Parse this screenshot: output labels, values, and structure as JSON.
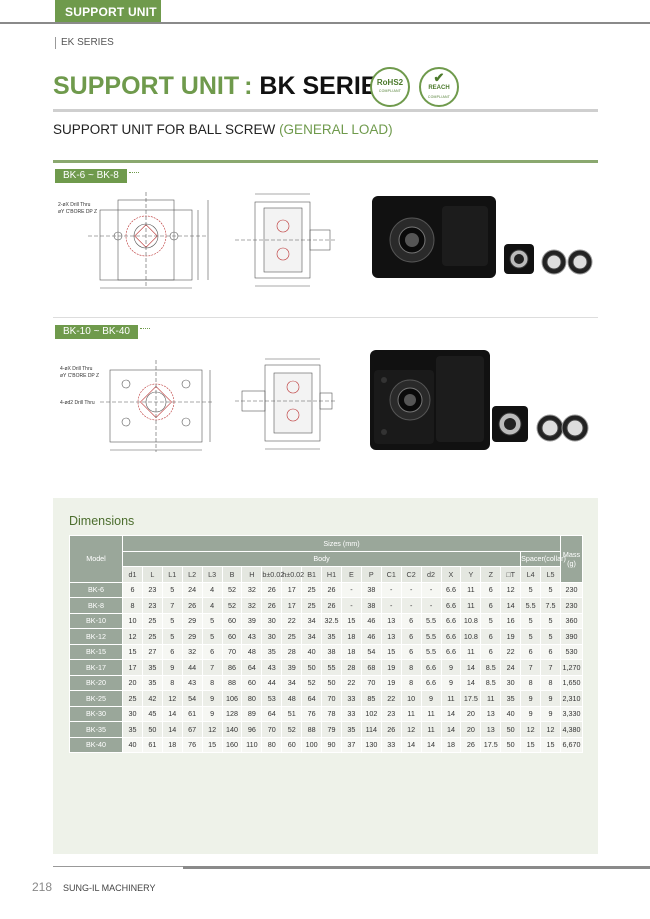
{
  "header": {
    "section_tab": "SUPPORT UNIT",
    "series_tag": "EK SERIES"
  },
  "title": {
    "part1": "SUPPORT UNIT :",
    "part2": "BK SERIES"
  },
  "badges": {
    "rohs": {
      "main": "RoHS2",
      "sub": "COMPLIANT"
    },
    "reach": {
      "main": "REACH",
      "sub": "COMPLIANT"
    }
  },
  "subtitle": {
    "main": "SUPPORT UNIT FOR BALL SCREW",
    "highlight": "(GENERAL LOAD)"
  },
  "sections": [
    {
      "tag": "BK-6 ~ BK-8"
    },
    {
      "tag": "BK-10 ~ BK-40"
    }
  ],
  "drawing_labels": {
    "holes_small": [
      "2-øX Drill Thru",
      "øY C'BORE DP Z"
    ],
    "holes_large": [
      "4-øX Drill Thru",
      "øY C'BORE DP Z",
      "4-ød2 Drill Thru"
    ]
  },
  "dimensions": {
    "title": "Dimensions",
    "model_header": "Model",
    "sizes_header": "Sizes (mm)",
    "body_header": "Body",
    "spacer_header": "Spacer(collar)",
    "mass_header": "Mass (g)",
    "columns": [
      "d1",
      "L",
      "L1",
      "L2",
      "L3",
      "B",
      "H",
      "b±0.02",
      "h±0.02",
      "B1",
      "H1",
      "E",
      "P",
      "C1",
      "C2",
      "d2",
      "X",
      "Y",
      "Z",
      "□T",
      "L4",
      "L5"
    ],
    "rows": [
      {
        "model": "BK-6",
        "values": [
          "6",
          "23",
          "5",
          "24",
          "4",
          "52",
          "32",
          "26",
          "17",
          "25",
          "26",
          "-",
          "38",
          "-",
          "-",
          "-",
          "6.6",
          "11",
          "6",
          "12",
          "5",
          "5"
        ],
        "mass": "230"
      },
      {
        "model": "BK-8",
        "values": [
          "8",
          "23",
          "7",
          "26",
          "4",
          "52",
          "32",
          "26",
          "17",
          "25",
          "26",
          "-",
          "38",
          "-",
          "-",
          "-",
          "6.6",
          "11",
          "6",
          "14",
          "5.5",
          "7.5"
        ],
        "mass": "230"
      },
      {
        "model": "BK-10",
        "values": [
          "10",
          "25",
          "5",
          "29",
          "5",
          "60",
          "39",
          "30",
          "22",
          "34",
          "32.5",
          "15",
          "46",
          "13",
          "6",
          "5.5",
          "6.6",
          "10.8",
          "5",
          "16",
          "5",
          "5"
        ],
        "mass": "360"
      },
      {
        "model": "BK-12",
        "values": [
          "12",
          "25",
          "5",
          "29",
          "5",
          "60",
          "43",
          "30",
          "25",
          "34",
          "35",
          "18",
          "46",
          "13",
          "6",
          "5.5",
          "6.6",
          "10.8",
          "6",
          "19",
          "5",
          "5"
        ],
        "mass": "390"
      },
      {
        "model": "BK-15",
        "values": [
          "15",
          "27",
          "6",
          "32",
          "6",
          "70",
          "48",
          "35",
          "28",
          "40",
          "38",
          "18",
          "54",
          "15",
          "6",
          "5.5",
          "6.6",
          "11",
          "6",
          "22",
          "6",
          "6"
        ],
        "mass": "530"
      },
      {
        "model": "BK-17",
        "values": [
          "17",
          "35",
          "9",
          "44",
          "7",
          "86",
          "64",
          "43",
          "39",
          "50",
          "55",
          "28",
          "68",
          "19",
          "8",
          "6.6",
          "9",
          "14",
          "8.5",
          "24",
          "7",
          "7"
        ],
        "mass": "1,270"
      },
      {
        "model": "BK-20",
        "values": [
          "20",
          "35",
          "8",
          "43",
          "8",
          "88",
          "60",
          "44",
          "34",
          "52",
          "50",
          "22",
          "70",
          "19",
          "8",
          "6.6",
          "9",
          "14",
          "8.5",
          "30",
          "8",
          "8"
        ],
        "mass": "1,650"
      },
      {
        "model": "BK-25",
        "values": [
          "25",
          "42",
          "12",
          "54",
          "9",
          "106",
          "80",
          "53",
          "48",
          "64",
          "70",
          "33",
          "85",
          "22",
          "10",
          "9",
          "11",
          "17.5",
          "11",
          "35",
          "9",
          "9"
        ],
        "mass": "2,310"
      },
      {
        "model": "BK-30",
        "values": [
          "30",
          "45",
          "14",
          "61",
          "9",
          "128",
          "89",
          "64",
          "51",
          "76",
          "78",
          "33",
          "102",
          "23",
          "11",
          "11",
          "14",
          "20",
          "13",
          "40",
          "9",
          "9"
        ],
        "mass": "3,330"
      },
      {
        "model": "BK-35",
        "values": [
          "35",
          "50",
          "14",
          "67",
          "12",
          "140",
          "96",
          "70",
          "52",
          "88",
          "79",
          "35",
          "114",
          "26",
          "12",
          "11",
          "14",
          "20",
          "13",
          "50",
          "12",
          "12"
        ],
        "mass": "4,380"
      },
      {
        "model": "BK-40",
        "values": [
          "40",
          "61",
          "18",
          "76",
          "15",
          "160",
          "110",
          "80",
          "60",
          "100",
          "90",
          "37",
          "130",
          "33",
          "14",
          "14",
          "18",
          "26",
          "17.5",
          "50",
          "15",
          "15"
        ],
        "mass": "6,670"
      }
    ]
  },
  "footer": {
    "page": "218",
    "company": "SUNG-IL MACHINERY"
  },
  "colors": {
    "accent": "#6f9a4c",
    "table_header": "#9aa79a",
    "panel": "#eef2e9"
  }
}
